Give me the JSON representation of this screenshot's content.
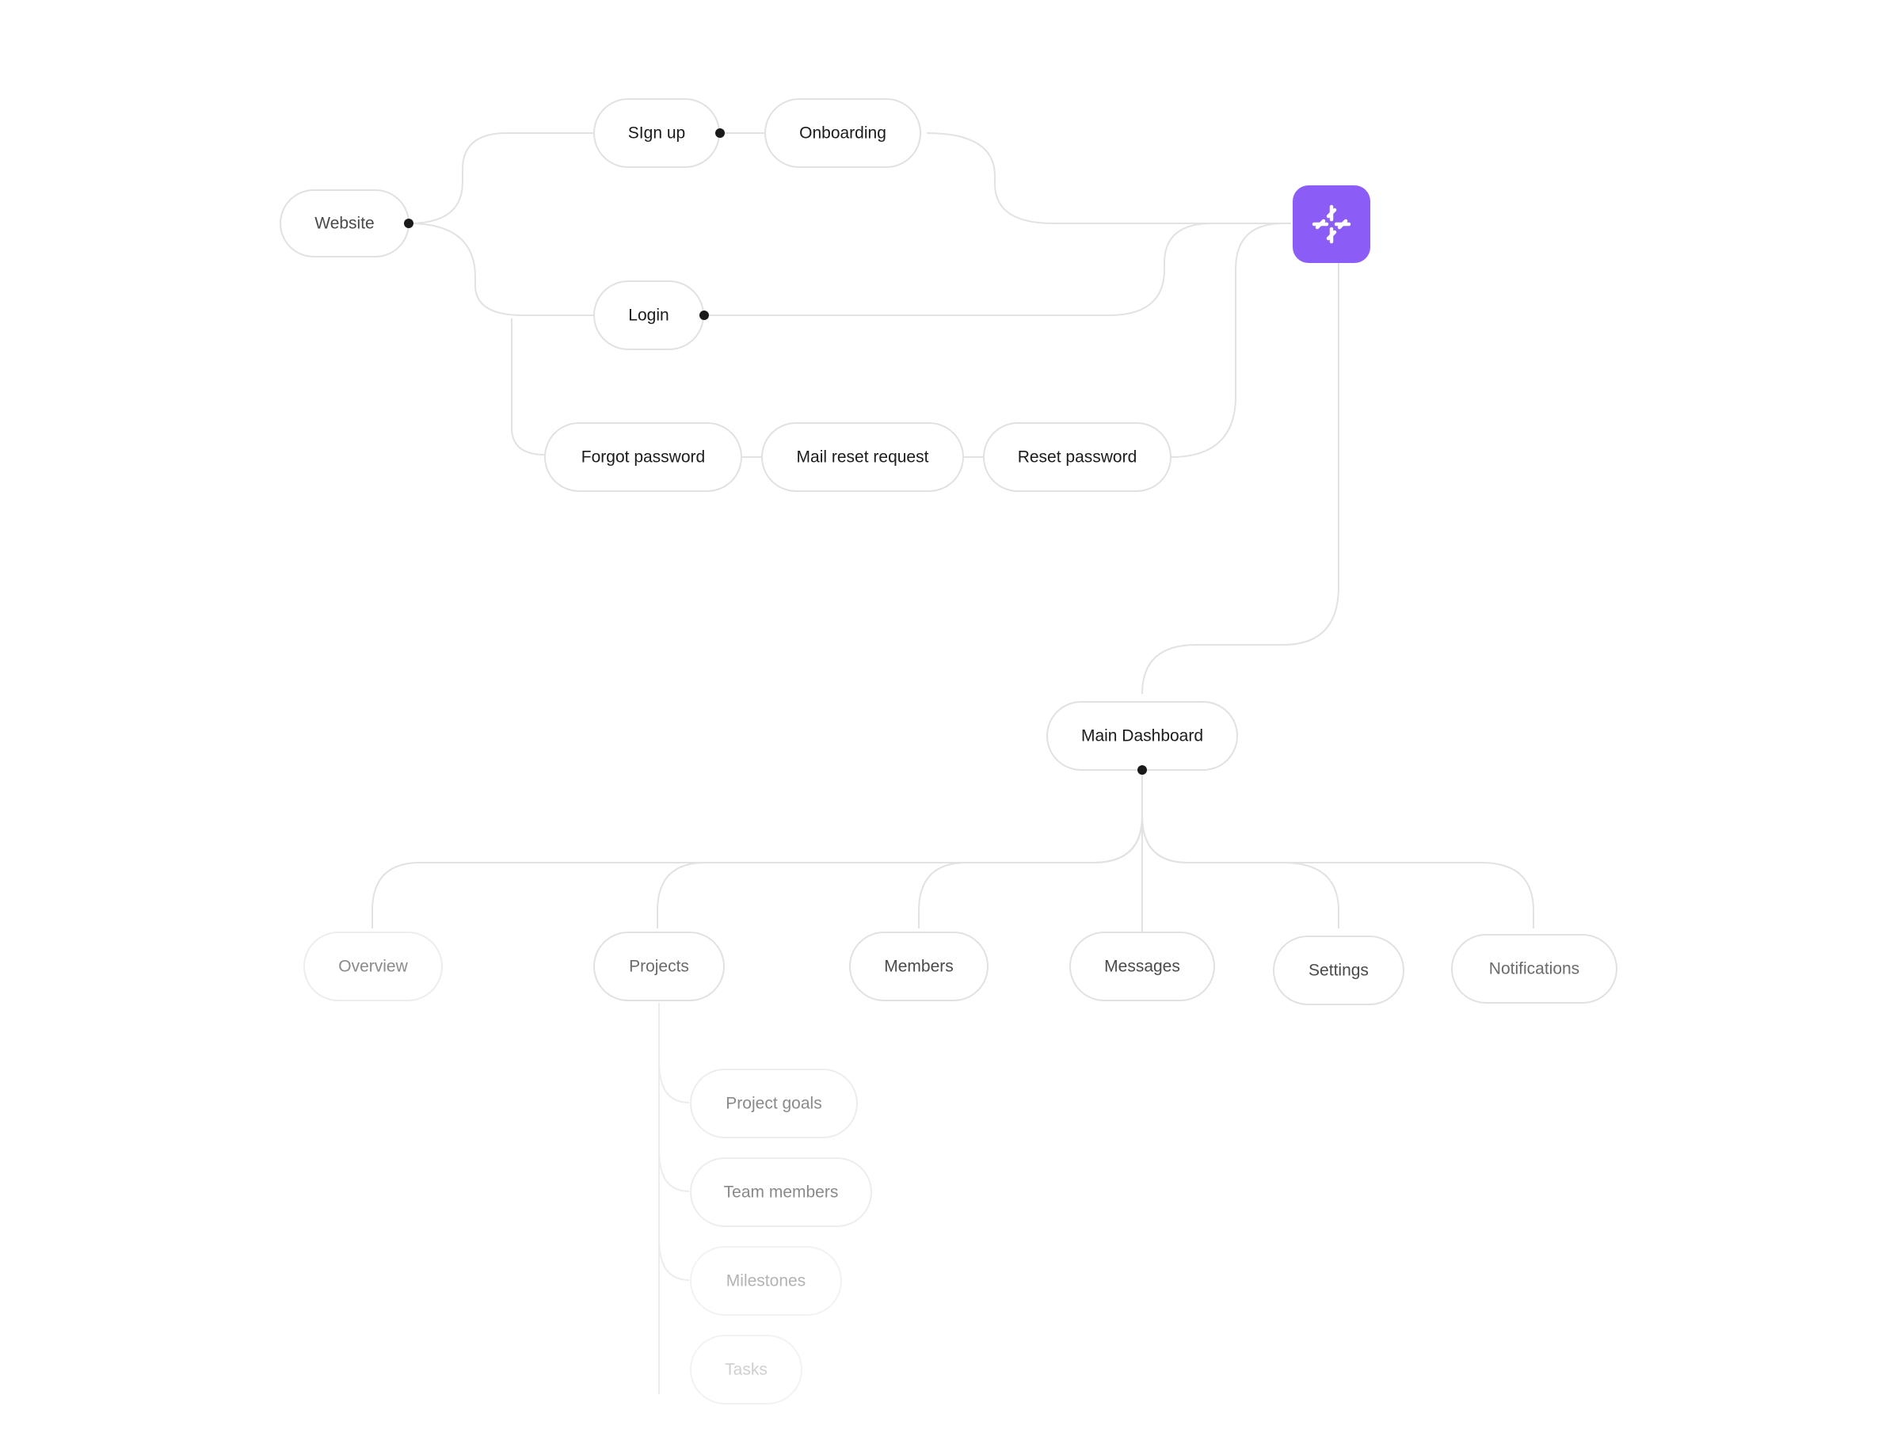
{
  "diagram": {
    "accent_color": "#8b5cf6",
    "hub_icon": "sparkle-arrows-icon",
    "nodes": {
      "website": "Website",
      "sign_up": "SIgn up",
      "onboarding": "Onboarding",
      "login": "Login",
      "forgot_password": "Forgot password",
      "mail_reset_request": "Mail reset request",
      "reset_password": "Reset password",
      "main_dashboard": "Main Dashboard",
      "overview": "Overview",
      "projects": "Projects",
      "members": "Members",
      "messages": "Messages",
      "settings": "Settings",
      "notifications": "Notifications",
      "project_goals": "Project goals",
      "team_members": "Team members",
      "milestones": "Milestones",
      "tasks": "Tasks"
    }
  }
}
